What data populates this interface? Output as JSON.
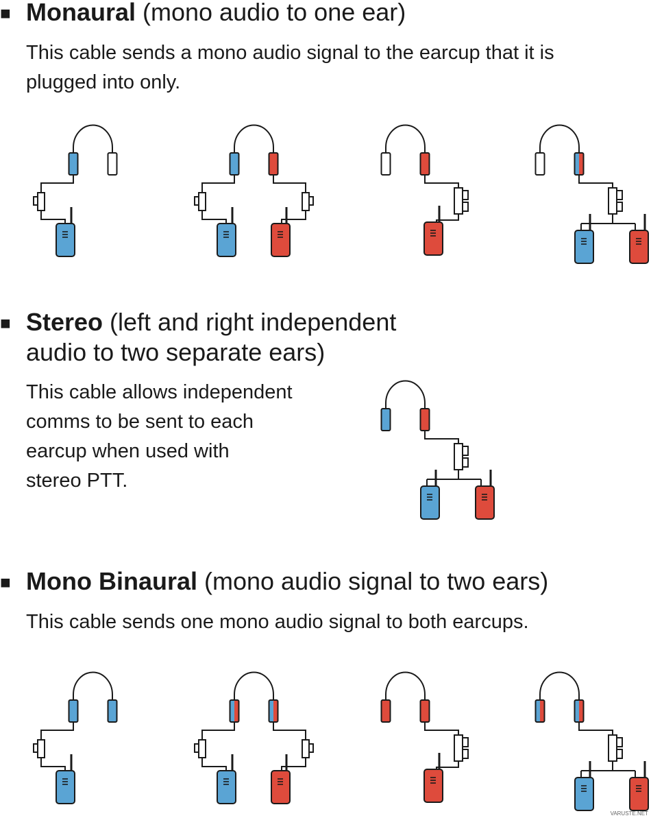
{
  "colors": {
    "blue": "#5aa4d4",
    "red": "#de4b3c",
    "line": "#1a1a1a",
    "white": "#ffffff"
  },
  "bullet_glyph": "■",
  "sections": [
    {
      "id": "monaural",
      "title_bold": "Monaural",
      "title_rest": " (mono audio to one ear)",
      "description": "This cable sends a mono audio signal to the earcup that it is plugged into only.",
      "diagrams": [
        {
          "left_cup": "blue",
          "right_cup": "white",
          "radios": [
            "blue"
          ],
          "config": "left-ptt"
        },
        {
          "left_cup": "blue",
          "right_cup": "red",
          "radios": [
            "blue",
            "red"
          ],
          "config": "dual-ptt"
        },
        {
          "left_cup": "white",
          "right_cup": "red",
          "radios": [
            "red"
          ],
          "config": "right-ptt"
        },
        {
          "left_cup": "white",
          "right_cup": "blue-red",
          "radios": [
            "blue",
            "red"
          ],
          "config": "right-dual-ptt"
        }
      ]
    },
    {
      "id": "stereo",
      "title_bold": "Stereo",
      "title_rest_line1": " (left and right independent",
      "title_rest_line2": "audio to two separate ears)",
      "description_lines": [
        "This cable allows independent",
        "comms to be sent to each",
        "earcup when used with",
        "stereo PTT."
      ],
      "diagrams": [
        {
          "left_cup": "blue",
          "right_cup": "red",
          "radios": [
            "blue",
            "red"
          ],
          "config": "right-dual-ptt"
        }
      ]
    },
    {
      "id": "mono-binaural",
      "title_bold": "Mono Binaural",
      "title_rest": " (mono audio signal to two ears)",
      "description": "This cable sends one mono audio signal to both earcups.",
      "diagrams": [
        {
          "left_cup": "blue",
          "right_cup": "blue",
          "radios": [
            "blue"
          ],
          "config": "left-ptt"
        },
        {
          "left_cup": "blue-red",
          "right_cup": "blue-red",
          "radios": [
            "blue",
            "red"
          ],
          "config": "dual-ptt"
        },
        {
          "left_cup": "red",
          "right_cup": "red",
          "radios": [
            "red"
          ],
          "config": "right-ptt"
        },
        {
          "left_cup": "blue-red",
          "right_cup": "blue-red",
          "radios": [
            "blue",
            "red"
          ],
          "config": "right-dual-ptt"
        }
      ]
    }
  ],
  "watermark": "VARUSTE.NET"
}
